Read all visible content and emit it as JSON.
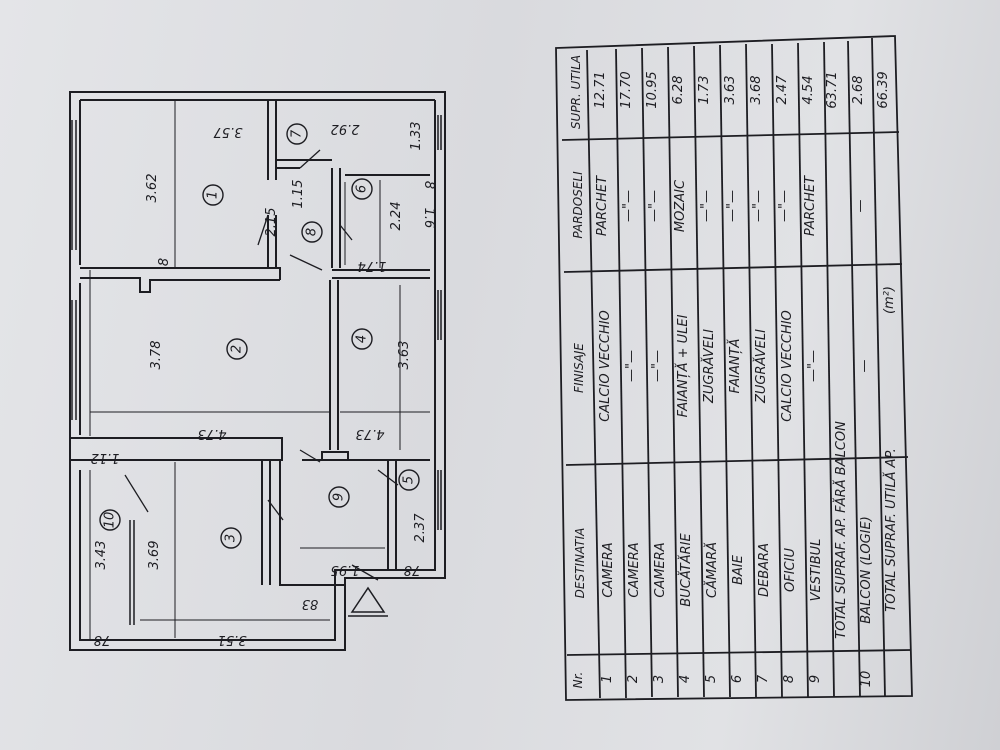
{
  "plan": {
    "room_numbers": [
      "1",
      "2",
      "3",
      "4",
      "5",
      "6",
      "7",
      "8",
      "9",
      "10"
    ],
    "dimensions": {
      "r1_width": "3.57",
      "r1_depth": "3.62",
      "r7_width": "2.92",
      "r7_depth": "1.33",
      "r6_depth": "2.24",
      "r6_width": "1.74",
      "r6_side": "1.6",
      "r8_a": "1.15",
      "r8_b": "2.15",
      "r2_depth": "3.78",
      "r2_width": "4.73",
      "r4_depth": "3.63",
      "r4_width": "4.73",
      "r10_wall": "1.12",
      "r10_depth": "3.43",
      "r3_depth": "3.69",
      "r3_width": "3.51",
      "r9_depth": "2.37",
      "r9_width": "1.95",
      "r9_side": "78",
      "bottom_83": "83",
      "bottom_78": "78"
    },
    "markers": {
      "r1_corner": "8",
      "r6_corner": "8"
    }
  },
  "table": {
    "headers": {
      "nr": "Nr.",
      "dest": "DESTINATIA",
      "fin": "FINISAJE",
      "par": "PARDOSELI",
      "sup": "SUPR. UTILA"
    },
    "rows": [
      {
        "nr": "1",
        "dest": "CAMERA",
        "fin": "CALCIO VECCHIO",
        "par": "PARCHET",
        "sup": "12.71"
      },
      {
        "nr": "2",
        "dest": "CAMERA",
        "fin": "—\"—",
        "par": "—\"—",
        "sup": "17.70"
      },
      {
        "nr": "3",
        "dest": "CAMERA",
        "fin": "—\"—",
        "par": "—\"—",
        "sup": "10.95"
      },
      {
        "nr": "4",
        "dest": "BUCĂTĂRIE",
        "fin": "FAIANȚĂ + ULEI",
        "par": "MOZAIC",
        "sup": "6.28"
      },
      {
        "nr": "5",
        "dest": "CĂMARĂ",
        "fin": "ZUGRĂVELI",
        "par": "—\"—",
        "sup": "1.73"
      },
      {
        "nr": "6",
        "dest": "BAIE",
        "fin": "FAIANȚĂ",
        "par": "—\"—",
        "sup": "3.63"
      },
      {
        "nr": "7",
        "dest": "DEBARA",
        "fin": "ZUGRĂVELI",
        "par": "—\"—",
        "sup": "3.68"
      },
      {
        "nr": "8",
        "dest": "OFICIU",
        "fin": "CALCIO VECCHIO",
        "par": "—\"—",
        "sup": "2.47"
      },
      {
        "nr": "9",
        "dest": "VESTIBUL",
        "fin": "—\"—",
        "par": "PARCHET",
        "sup": "4.54"
      }
    ],
    "total_no_balcon": {
      "label": "TOTAL SUPRAF. AP. FĂRĂ BALCON",
      "sup": "63.71"
    },
    "balcon": {
      "nr": "10",
      "label": "BALCON (LOGIE)",
      "mid": "—",
      "par": "—",
      "sup": "2.68"
    },
    "total": {
      "label": "TOTAL SUPRAF. UTILĂ AP.",
      "unit": "(m²)",
      "sup": "66.39"
    }
  }
}
